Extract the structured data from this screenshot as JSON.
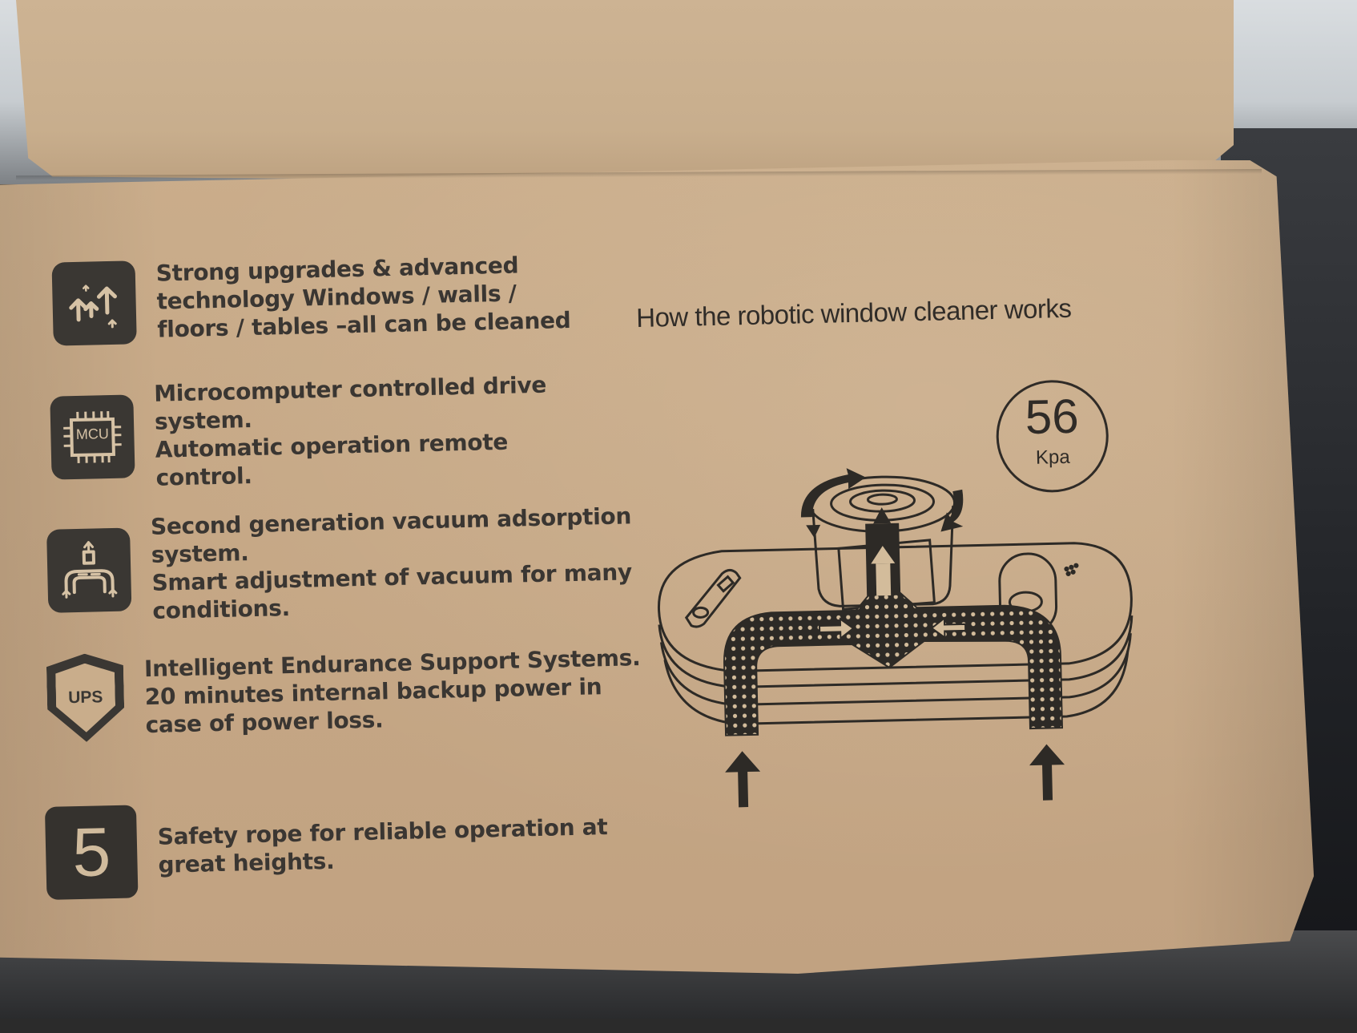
{
  "features": [
    {
      "icon": "arrows-up-icon",
      "lines": [
        "Strong upgrades & advanced",
        "technology Windows / walls /",
        "floors / tables –all can be cleaned"
      ]
    },
    {
      "icon": "mcu-chip-icon",
      "icon_label": "MCU",
      "lines": [
        "Microcomputer controlled drive",
        "system.",
        "Automatic operation remote",
        "control."
      ]
    },
    {
      "icon": "vacuum-suction-icon",
      "lines": [
        "Second generation vacuum adsorption",
        "system.",
        "Smart adjustment of vacuum for many",
        "conditions."
      ]
    },
    {
      "icon": "ups-shield-icon",
      "icon_label": "UPS",
      "lines": [
        "Intelligent Endurance Support Systems.",
        "20 minutes internal backup power in",
        "case of power loss."
      ]
    },
    {
      "icon": "number-five-icon",
      "icon_label": "5",
      "lines": [
        "Safety rope for reliable operation at",
        "great heights."
      ]
    }
  ],
  "diagram": {
    "title": "How the robotic window cleaner works",
    "pressure_value": "56",
    "pressure_unit": "Kpa"
  },
  "colors": {
    "cardboard": "#c6a886",
    "ink": "#3a3632"
  }
}
